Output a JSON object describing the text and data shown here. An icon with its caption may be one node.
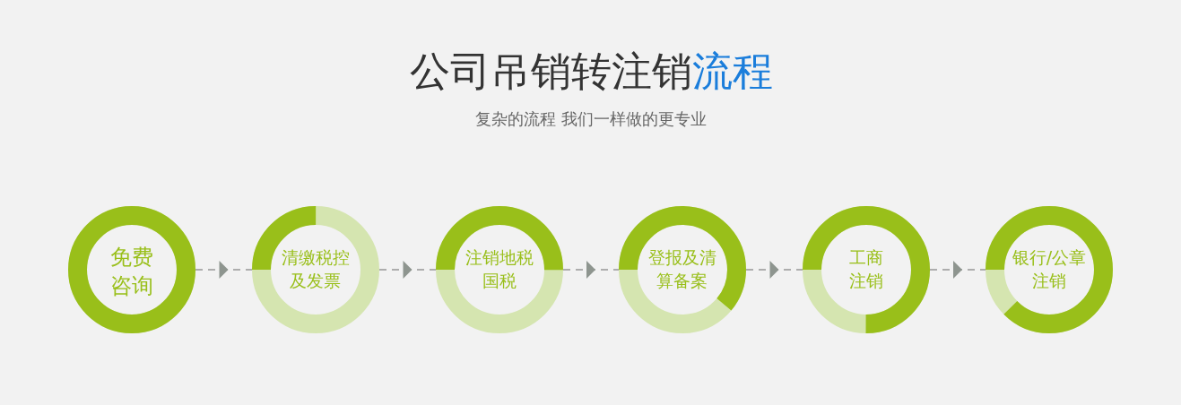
{
  "diagram": {
    "title": "公司吊销转注销**流程**",
    "nodes": [
      {
        "text": [
          "免费咨询"
        ]
      },
      {
        "text": [
          "清缴税控及发票"
        ]
      },
      {
        "text": [
          "注销地税国税"
        ]
      },
      {
        "text": [
          "登报及清算备案"
        ]
      },
      {
        "text": [
          "工商注销"
        ]
      },
      {
        "text": [
          "银行/公章注销"
        ]
      }
    ],
    "edges": [
      {
        "from": 0,
        "to": 1,
        "arrow": "to",
        "style": "dashed"
      },
      {
        "from": 1,
        "to": 2,
        "arrow": "to",
        "style": "dashed"
      },
      {
        "from": 2,
        "to": 3,
        "arrow": "to",
        "style": "dashed"
      },
      {
        "from": 3,
        "to": 4,
        "arrow": "to",
        "style": "dashed"
      },
      {
        "from": 4,
        "to": 5,
        "arrow": "to",
        "style": "dashed"
      }
    ],
    "labels": [
      "复杂的流程 我们一样做的更专业"
    ]
  }
}
